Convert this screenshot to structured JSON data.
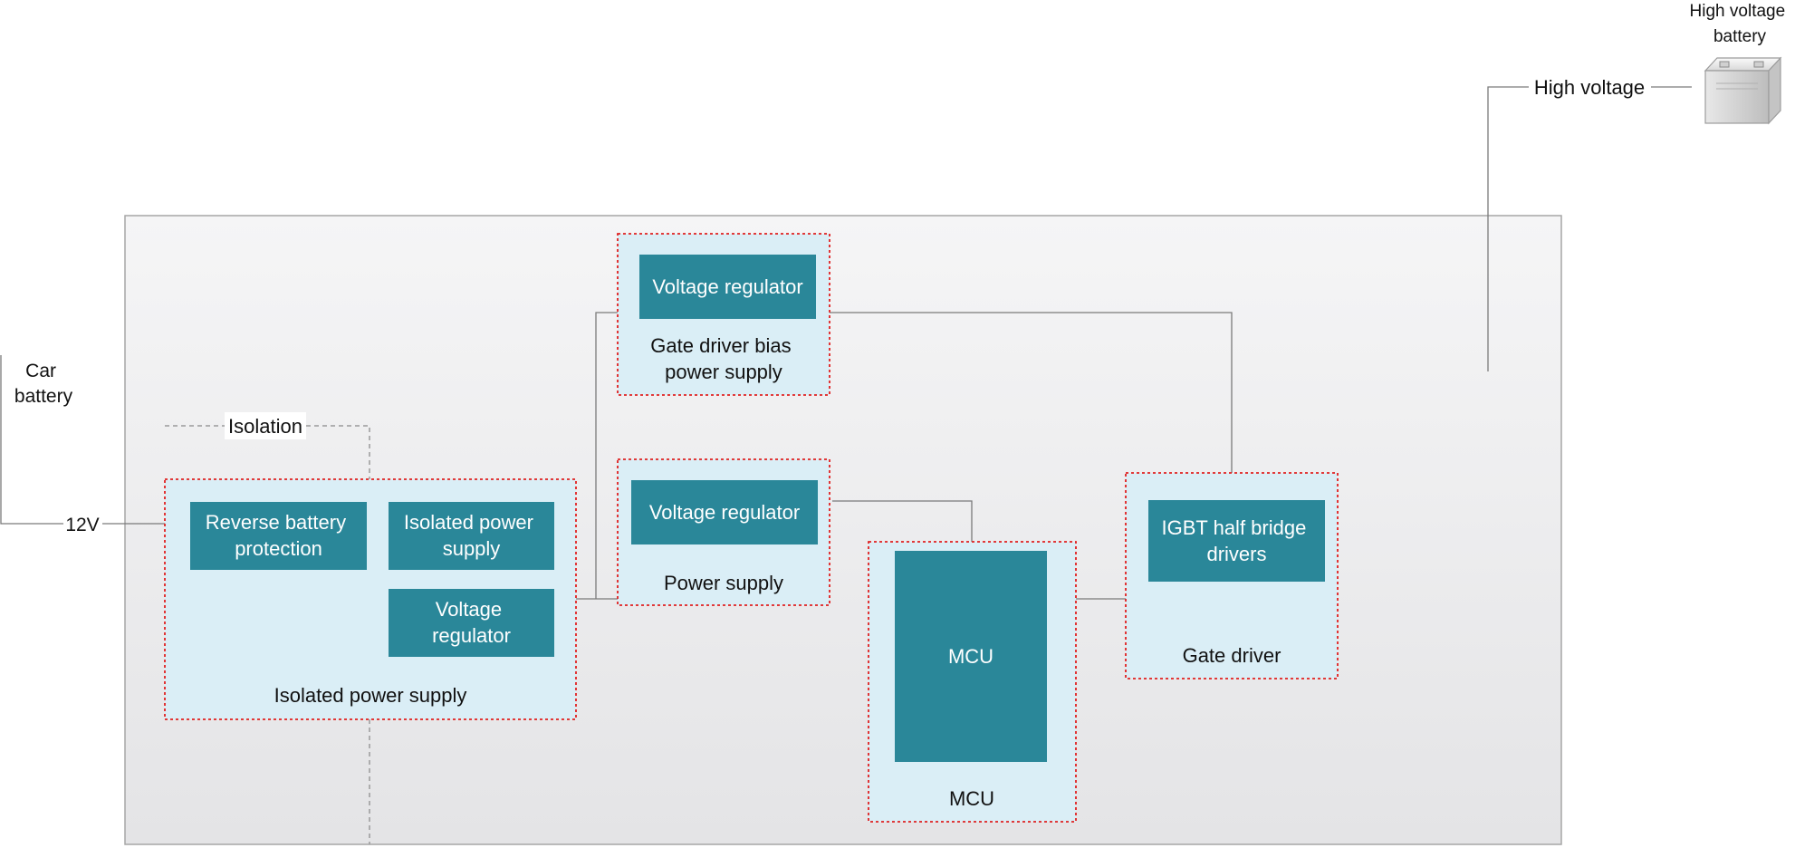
{
  "external": {
    "hv_battery_label": [
      "High voltage",
      "battery"
    ],
    "hv_line_label": "High voltage",
    "car_battery_label": [
      "Car",
      "battery"
    ],
    "v12_label": "12V",
    "isolation_label": "Isolation"
  },
  "groups": {
    "gate_driver_bias": {
      "label": [
        "Gate driver bias",
        "power supply"
      ],
      "blocks": [
        {
          "text": [
            "Voltage regulator"
          ]
        }
      ]
    },
    "power_supply": {
      "label": [
        "Power supply"
      ],
      "blocks": [
        {
          "text": [
            "Voltage regulator"
          ]
        }
      ]
    },
    "isolated_power_supply": {
      "label": [
        "Isolated power supply"
      ],
      "blocks": [
        {
          "text": [
            "Reverse battery",
            "protection"
          ]
        },
        {
          "text": [
            "Isolated power",
            "supply"
          ]
        },
        {
          "text": [
            "Voltage",
            "regulator"
          ]
        }
      ]
    },
    "mcu": {
      "label": [
        "MCU"
      ],
      "blocks": [
        {
          "text": [
            "MCU"
          ]
        }
      ]
    },
    "gate_driver": {
      "label": [
        "Gate driver"
      ],
      "blocks": [
        {
          "text": [
            "IGBT half bridge",
            "drivers"
          ]
        }
      ]
    }
  },
  "colors": {
    "block_fill": "#2a8799",
    "group_fill": "#daeef6",
    "group_border": "#e02020",
    "board_border": "#a6a6a6"
  },
  "icons": {
    "battery": "battery-icon"
  }
}
